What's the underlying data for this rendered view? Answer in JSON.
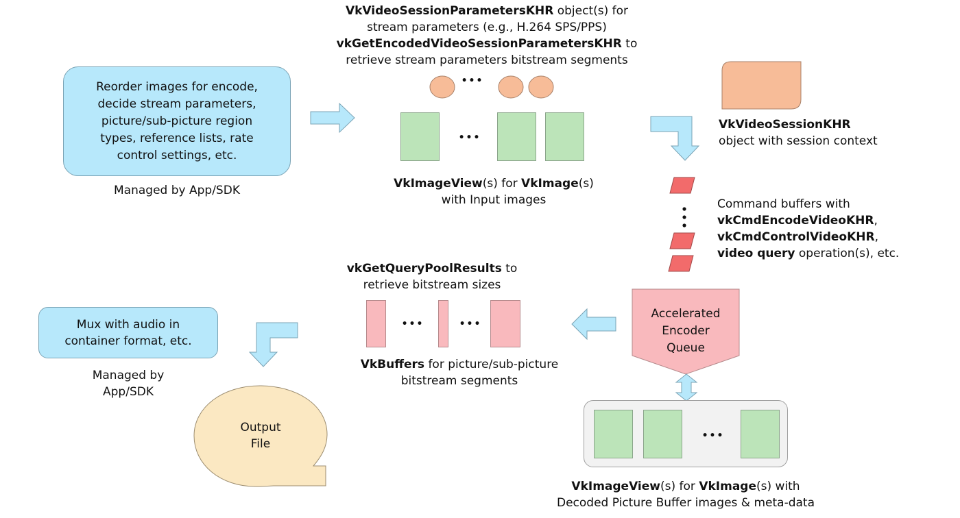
{
  "app_step_box": {
    "text_lines": [
      "Reorder images for encode,",
      "decide stream parameters,",
      "picture/sub-picture region",
      "types, reference lists, rate",
      "control settings, etc."
    ],
    "caption": "Managed by App/SDK"
  },
  "session_params": {
    "line1_bold": "VkVideoSessionParametersKHR",
    "line1_rest": " object(s) for",
    "line2": "stream parameters (e.g., H.264 SPS/PPS)",
    "line3_bold": "vkGetEncodedVideoSessionParametersKHR",
    "line3_rest": " to",
    "line4": "retrieve stream parameters bitstream segments",
    "ellipsis": "•••"
  },
  "input_images": {
    "ellipsis": "•••",
    "caption_bold1": "VkImageView",
    "caption_rest1": "(s) for ",
    "caption_bold2": "VkImage",
    "caption_rest2": "(s)",
    "caption_line2": "with Input images"
  },
  "video_session": {
    "title": "VkVideoSessionKHR",
    "subtitle": "object with session context"
  },
  "command_buffers": {
    "line1": "Command buffers with",
    "line2_bold": "vkCmdEncodeVideoKHR",
    "line2_rest": ",",
    "line3_bold": "vkCmdControlVideoKHR",
    "line3_rest": ",",
    "line4_bold": "video query",
    "line4_rest": " operation(s), etc."
  },
  "encoder_queue": {
    "lines": [
      "Accelerated",
      "Encoder",
      "Queue"
    ]
  },
  "bitstream_buffers": {
    "top_bold": "vkGetQueryPoolResults",
    "top_rest": " to",
    "top_line2": "retrieve bitstream sizes",
    "ellipsis": "•••",
    "caption_bold": "VkBuffers",
    "caption_rest": " for picture/sub-picture",
    "caption_line2": "bitstream segments"
  },
  "dpb": {
    "ellipsis": "•••",
    "caption_bold1": "VkImageView",
    "caption_rest1": "(s) for ",
    "caption_bold2": "VkImage",
    "caption_rest2": "(s) with",
    "caption_line2": "Decoded Picture Buffer images & meta-data"
  },
  "mux_box": {
    "text_lines": [
      "Mux with audio in",
      "container format, etc."
    ],
    "caption_lines": [
      "Managed by",
      "App/SDK"
    ]
  },
  "output_file": {
    "lines": [
      "Output",
      "File"
    ]
  },
  "colors": {
    "arrow_blue": "#b7e8fb",
    "box_blue": "#b7e8fb",
    "image_green": "#bce4b9",
    "buffer_pink": "#f9b9bd",
    "cmd_red": "#f26b6b",
    "session_orange": "#f7bc98",
    "output_cream": "#fbe8c2",
    "dpb_gray": "#f2f2f2"
  }
}
